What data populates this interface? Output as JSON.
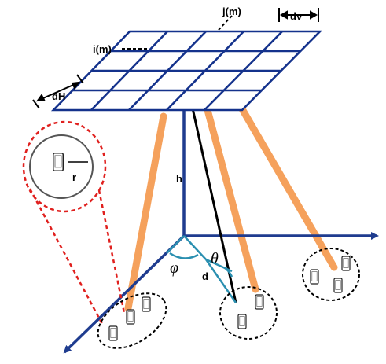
{
  "labels": {
    "j": "j(m)",
    "i": "i(m)",
    "dv": "dv",
    "dh": "dH",
    "h": "h",
    "r": "r",
    "d": "d",
    "theta": "θ",
    "phi": "φ"
  },
  "colors": {
    "panel": "#14328c",
    "axis": "#1f3c8f",
    "beam": "#f5a15c",
    "angle": "#2a8fb0",
    "zoom": "#e0201e",
    "cluster": "#000000"
  }
}
